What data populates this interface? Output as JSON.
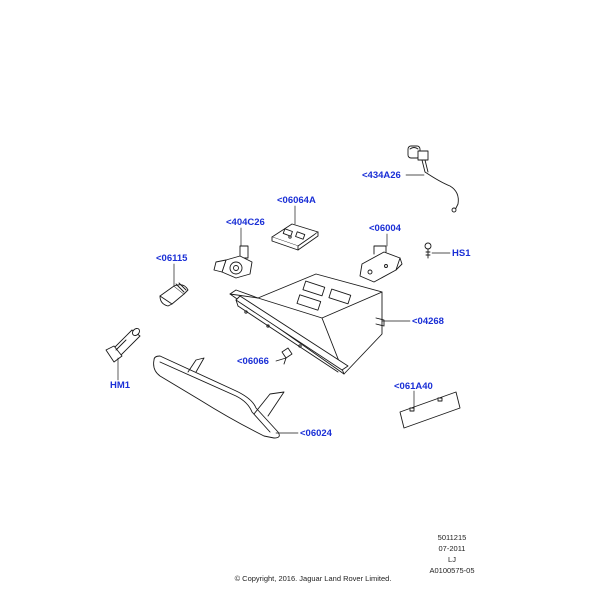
{
  "colors": {
    "callout": "#1a2fd6",
    "line": "#1a1a1a",
    "text": "#222222"
  },
  "callouts": {
    "c434A26": "<434A26",
    "c06064A": "<06064A",
    "c404C26": "<404C26",
    "c06004": "<06004",
    "c06115": "<06115",
    "cHS1": "HS1",
    "c04268": "<04268",
    "c06066": "<06066",
    "cHM1": "HM1",
    "c061A40": "<061A40",
    "c06024": "<06024"
  },
  "footer": {
    "line1": "5011215",
    "line2": "07-2011",
    "line3": "LJ",
    "line4": "A0100575-05",
    "copyright": "© Copyright, 2016. Jaguar Land Rover Limited."
  }
}
